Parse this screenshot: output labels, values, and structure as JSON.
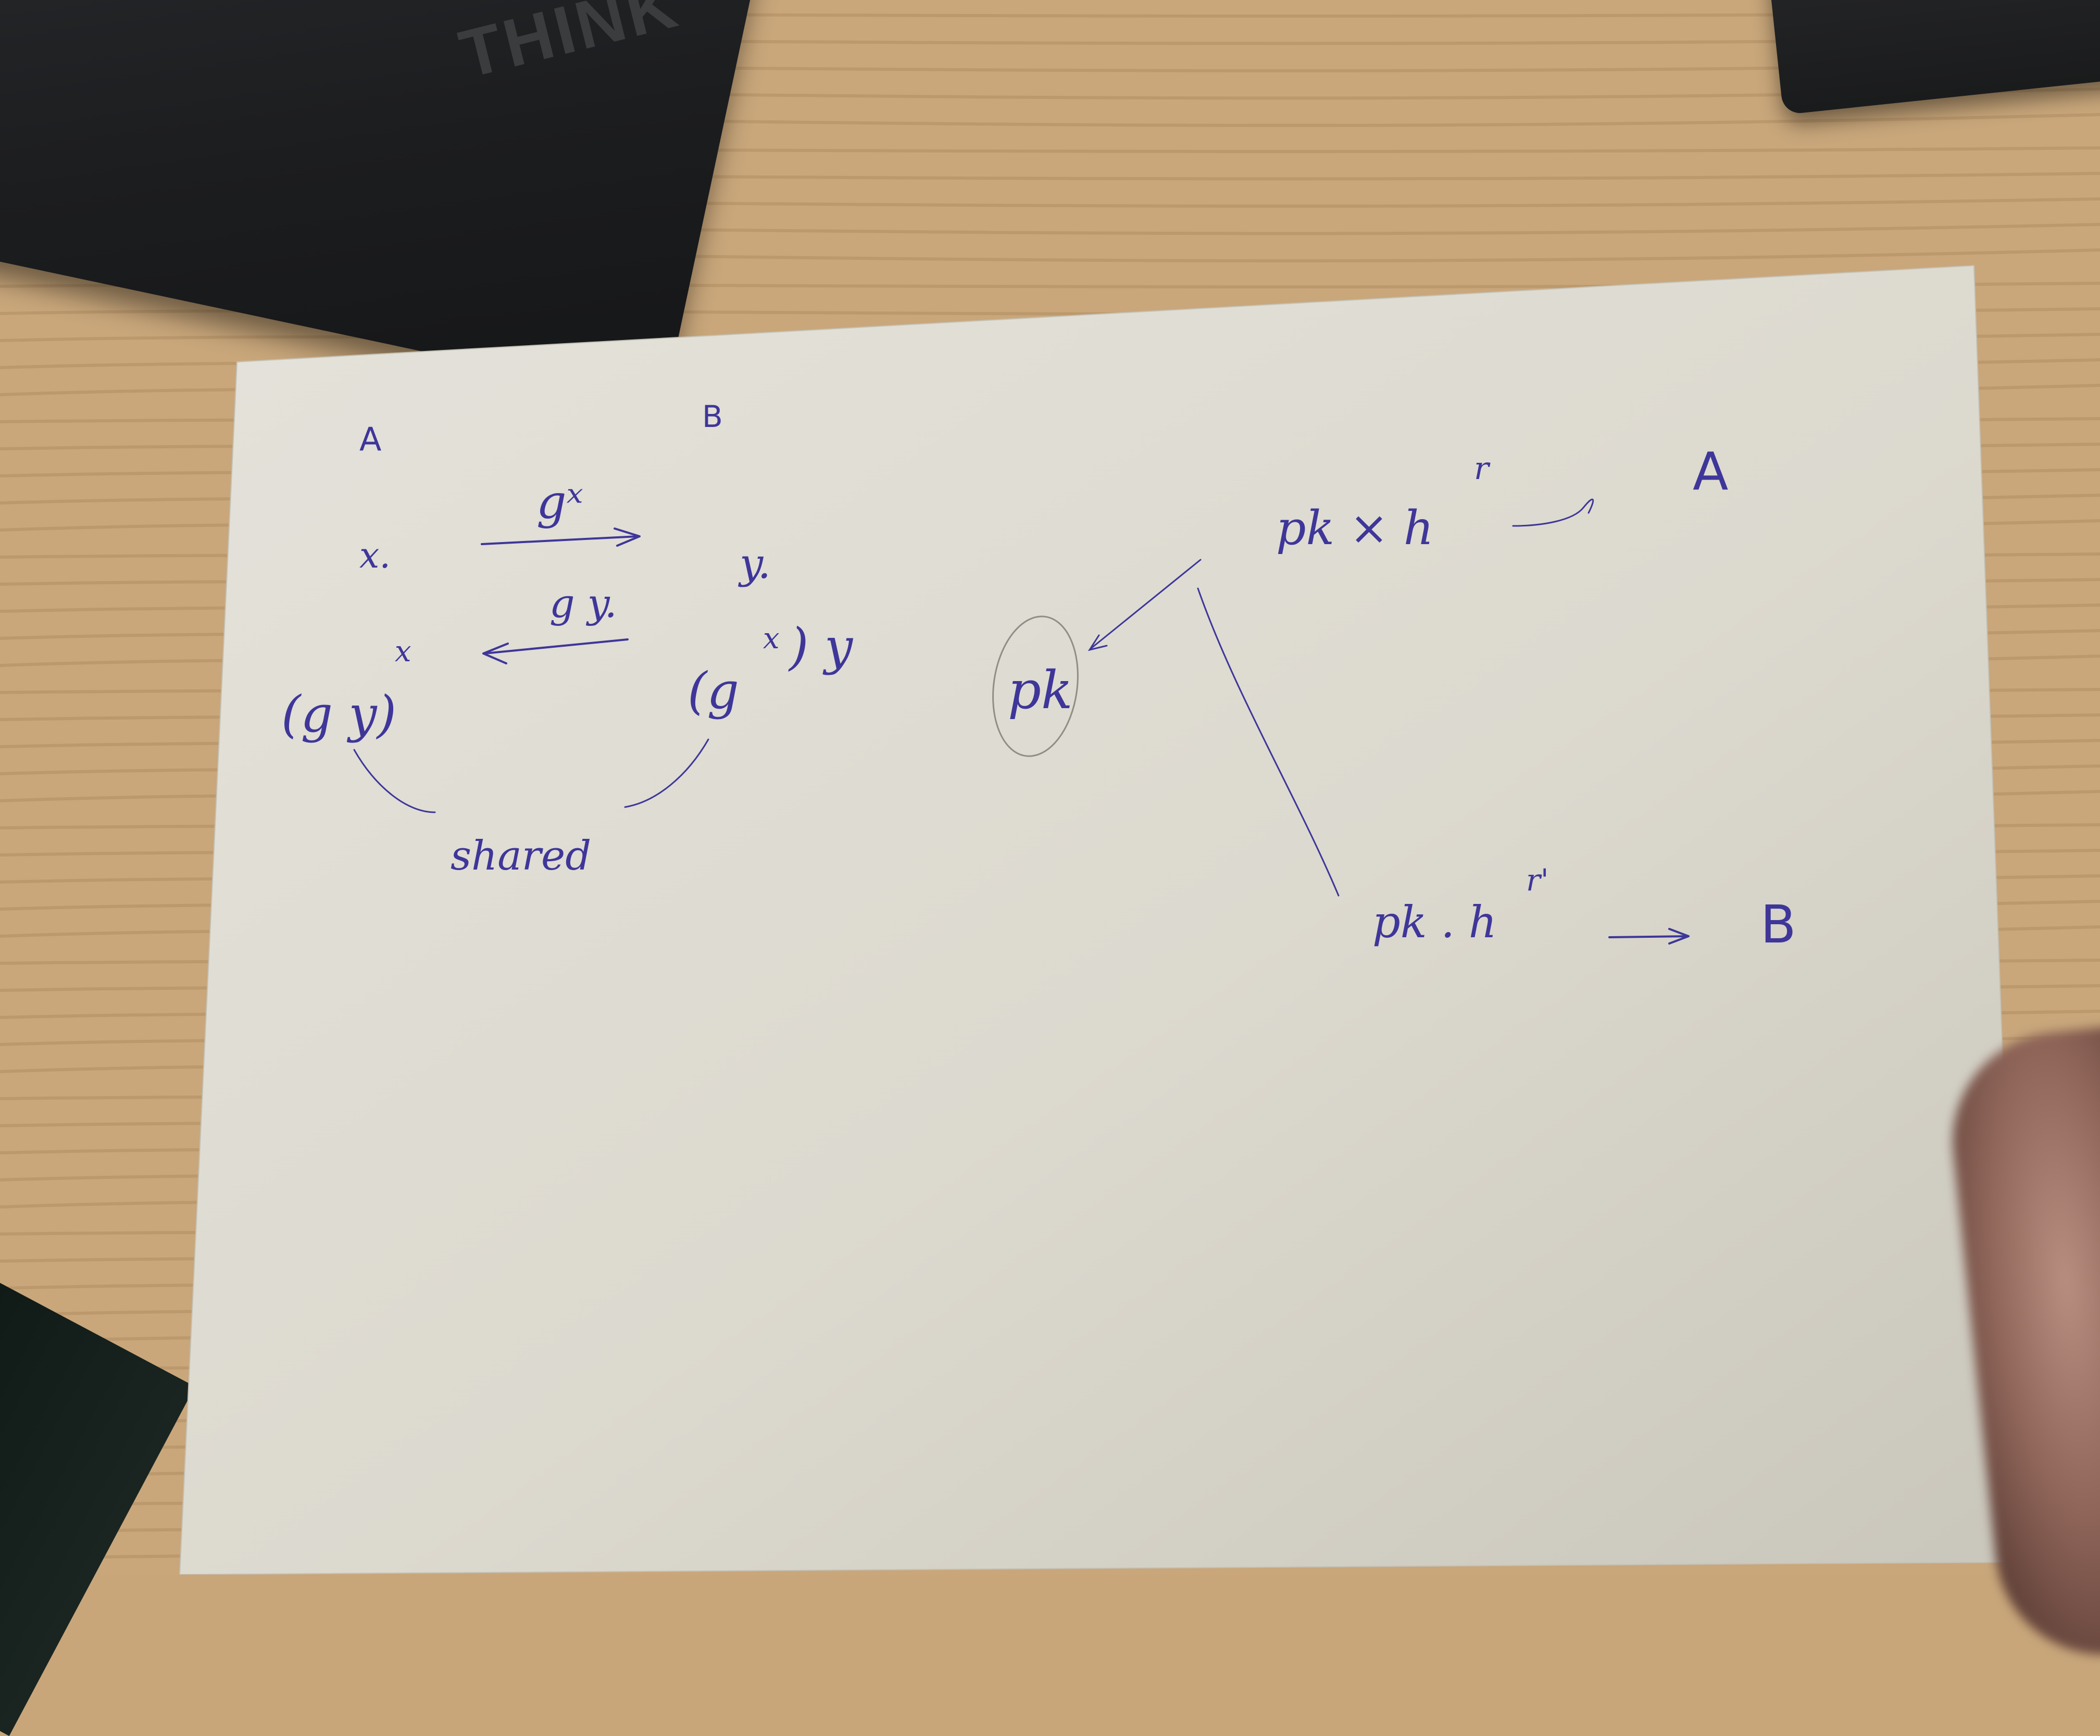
{
  "photo": {
    "subject": "",
    "laptop_logo": "THINK"
  },
  "notes": {
    "party_a": "A",
    "party_b": "B",
    "secret_a": "x.",
    "secret_b": "y.",
    "msg_a_to_b": "gˣ",
    "msg_b_to_a": "g y.",
    "key_a": "(g y)",
    "key_a_exp": "x",
    "key_b": "(g",
    "key_b_exp": "x",
    "key_b_rest": ") y",
    "shared_label": "shared",
    "pk_circle": "pk",
    "enc_to_a": "pk × h",
    "enc_to_a_exp": "r",
    "recipient_a": "A",
    "enc_to_b": "pk . h",
    "enc_to_b_exp": "r'",
    "recipient_b": "B"
  }
}
